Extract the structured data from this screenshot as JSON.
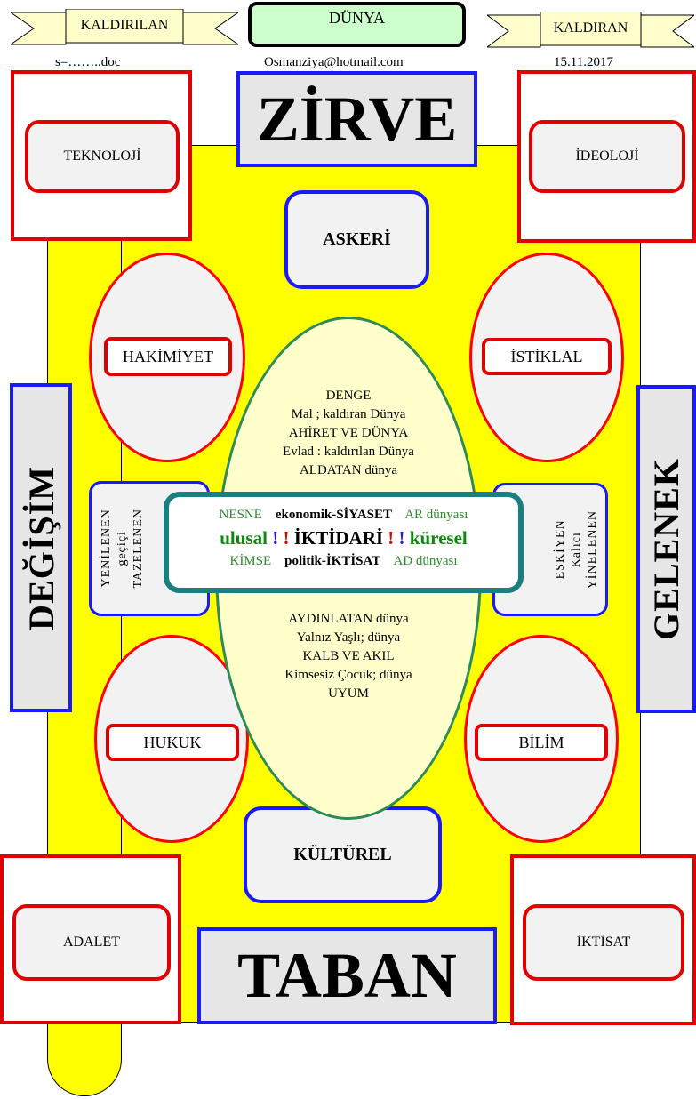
{
  "header": {
    "left_ribbon": "KALDIRILAN",
    "title": "DÜNYA",
    "right_ribbon": "KALDIRAN",
    "meta_left": "s=……..doc",
    "meta_center": "Osmanziya@hotmail.com",
    "meta_right": "15.11.2017"
  },
  "corners": {
    "top_left": "TEKNOLOJİ",
    "top_right": "İDEOLOJİ",
    "bottom_left": "ADALET",
    "bottom_right": "İKTİSAT"
  },
  "banners": {
    "top": "ZİRVE",
    "bottom": "TABAN",
    "left": "DEĞİŞİM",
    "right": "GELENEK"
  },
  "boxes": {
    "top": "ASKERİ",
    "bottom": "KÜLTÜREL"
  },
  "ellipses": {
    "upper_left": "HAKİMİYET",
    "upper_right": "İSTİKLAL",
    "lower_left": "HUKUK",
    "lower_right": "BİLİM"
  },
  "side_tabs": {
    "left": [
      "YENİLENEN",
      "geçiçi",
      "TAZELENEN"
    ],
    "right": [
      "ESKİYEN",
      "Kalıcı",
      "YİNELENEN"
    ]
  },
  "center_upper": [
    "DENGE",
    "Mal ;  kaldıran Dünya",
    "AHİRET VE DÜNYA",
    "Evlad : kaldırılan Dünya",
    "ALDATAN dünya"
  ],
  "center_lower": [
    "AYDINLATAN dünya",
    "Yalnız Yaşlı;  dünya",
    "KALB VE AKIL",
    "Kimsesiz Çocuk; dünya",
    "UYUM"
  ],
  "band": {
    "row1": {
      "a": "NESNE",
      "b": "ekonomik-SİYASET",
      "c": "AR dünyası"
    },
    "row2": {
      "a": "ulusal",
      "b1": "!",
      "b2": "!",
      "c": "İKTİDARİ",
      "d1": "!",
      "d2": "!",
      "e": "küresel"
    },
    "row3": {
      "a": "KİMSE",
      "b": "politik-İKTİSAT",
      "c": "AD dünyası"
    }
  },
  "colors": {
    "board": "#ffff00",
    "red_border": "#e00000",
    "blue_border": "#1a1aff",
    "center_fill": "#ffffcc",
    "band_border": "#1a7f7f",
    "title_fill": "#ccffcc",
    "ribbon_fill": "#ffffcc"
  }
}
